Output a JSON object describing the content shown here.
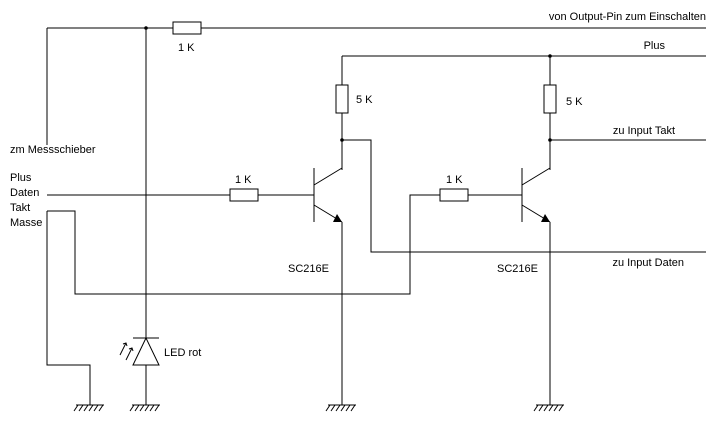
{
  "labels": {
    "output_pin": "von Output-Pin zum Einschalten",
    "plus_rail": "Plus",
    "input_takt": "zu Input Takt",
    "input_daten": "zu Input Daten",
    "caliper": "zm Messschieber",
    "pin_plus": "Plus",
    "pin_daten": "Daten",
    "pin_takt": "Takt",
    "pin_masse": "Masse",
    "led": "LED rot"
  },
  "resistors": {
    "r_top_num": "1",
    "r_top_unit": " K",
    "r_in1_num": "1",
    "r_in1_unit": " K",
    "r_in2_num": "1",
    "r_in2_unit": " K",
    "r_coll1": "5 K",
    "r_coll2": "5 K"
  },
  "transistors": {
    "t1": "SC216E",
    "t2": "SC216E"
  },
  "icons": [
    "resistor-icon",
    "npn-transistor-icon",
    "led-icon",
    "ground-icon"
  ]
}
